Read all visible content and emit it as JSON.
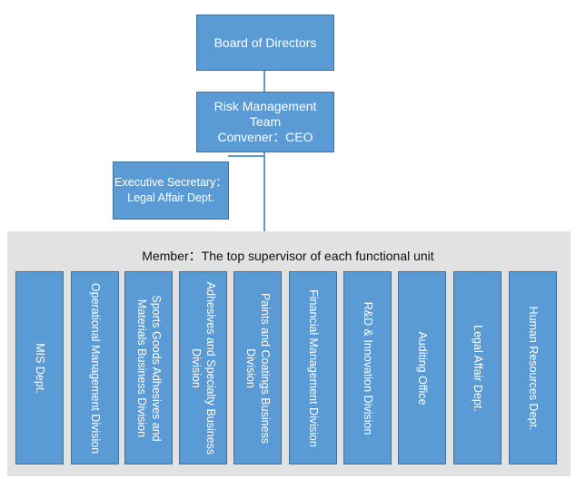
{
  "board": {
    "label": "Board of Directors"
  },
  "risk_team": {
    "line1": "Risk Management",
    "line2": "Team",
    "line3": "Convener：CEO"
  },
  "secretary": {
    "line1": "Executive Secretary：",
    "line2": "Legal Affair Dept."
  },
  "member": {
    "label": "Member：The top supervisor of each functional unit"
  },
  "units": [
    {
      "label": "MIS Dept."
    },
    {
      "label": "Operational Management Division"
    },
    {
      "label": "Sports Goods Adhesives and Materials Business Division"
    },
    {
      "label": "Adhesives and Specialty Business Division"
    },
    {
      "label": "Paints and Coatings Business Division"
    },
    {
      "label": "Financial Management Division"
    },
    {
      "label": "R&D & Innovation Division"
    },
    {
      "label": "Auditing Office"
    },
    {
      "label": "Legal Affair Dept."
    },
    {
      "label": "Human Resources Dept."
    }
  ],
  "colors": {
    "box_fill": "#5b9bd5",
    "box_border": "#41719c",
    "panel": "#e2e2e2"
  }
}
